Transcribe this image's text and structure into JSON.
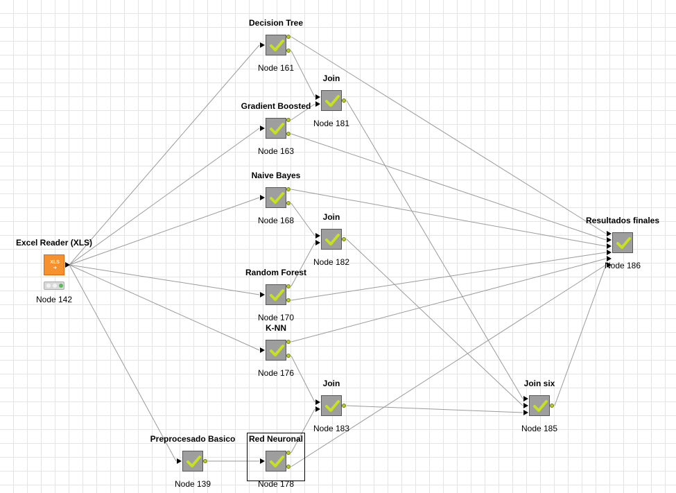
{
  "workflow": {
    "nodes": [
      {
        "key": "reader",
        "label": "Excel Reader (XLS)",
        "id_label": "Node 142",
        "icon": "xls-reader-icon",
        "reader_text": "XLS"
      },
      {
        "key": "dtree",
        "label": "Decision Tree",
        "id_label": "Node 161",
        "icon": "checkmark-icon"
      },
      {
        "key": "gboost",
        "label": "Gradient Boosted",
        "id_label": "Node 163",
        "icon": "checkmark-icon"
      },
      {
        "key": "nbayes",
        "label": "Naive Bayes",
        "id_label": "Node 168",
        "icon": "checkmark-icon"
      },
      {
        "key": "rforest",
        "label": "Random Forest",
        "id_label": "Node 170",
        "icon": "checkmark-icon"
      },
      {
        "key": "knn",
        "label": "K-NN",
        "id_label": "Node 176",
        "icon": "checkmark-icon"
      },
      {
        "key": "prep",
        "label": "Preprocesado Basico",
        "id_label": "Node 139",
        "icon": "checkmark-icon"
      },
      {
        "key": "rneur",
        "label": "Red Neuronal",
        "id_label": "Node 178",
        "icon": "checkmark-icon",
        "selected": true
      },
      {
        "key": "join181",
        "label": "Join",
        "id_label": "Node 181",
        "icon": "checkmark-icon"
      },
      {
        "key": "join182",
        "label": "Join",
        "id_label": "Node 182",
        "icon": "checkmark-icon"
      },
      {
        "key": "join183",
        "label": "Join",
        "id_label": "Node 183",
        "icon": "checkmark-icon"
      },
      {
        "key": "joinsix",
        "label": "Join six",
        "id_label": "Node 185",
        "icon": "checkmark-icon"
      },
      {
        "key": "results",
        "label": "Resultados finales",
        "id_label": "Node 186",
        "icon": "checkmark-icon"
      }
    ],
    "colors": {
      "node_gray": "#9e9e9e",
      "reader_orange": "#f7912d",
      "check_green": "#c5e21d",
      "port_dot": "#b9cd2a",
      "edge": "#9a9a9a",
      "grid": "#e4e4e4"
    }
  }
}
